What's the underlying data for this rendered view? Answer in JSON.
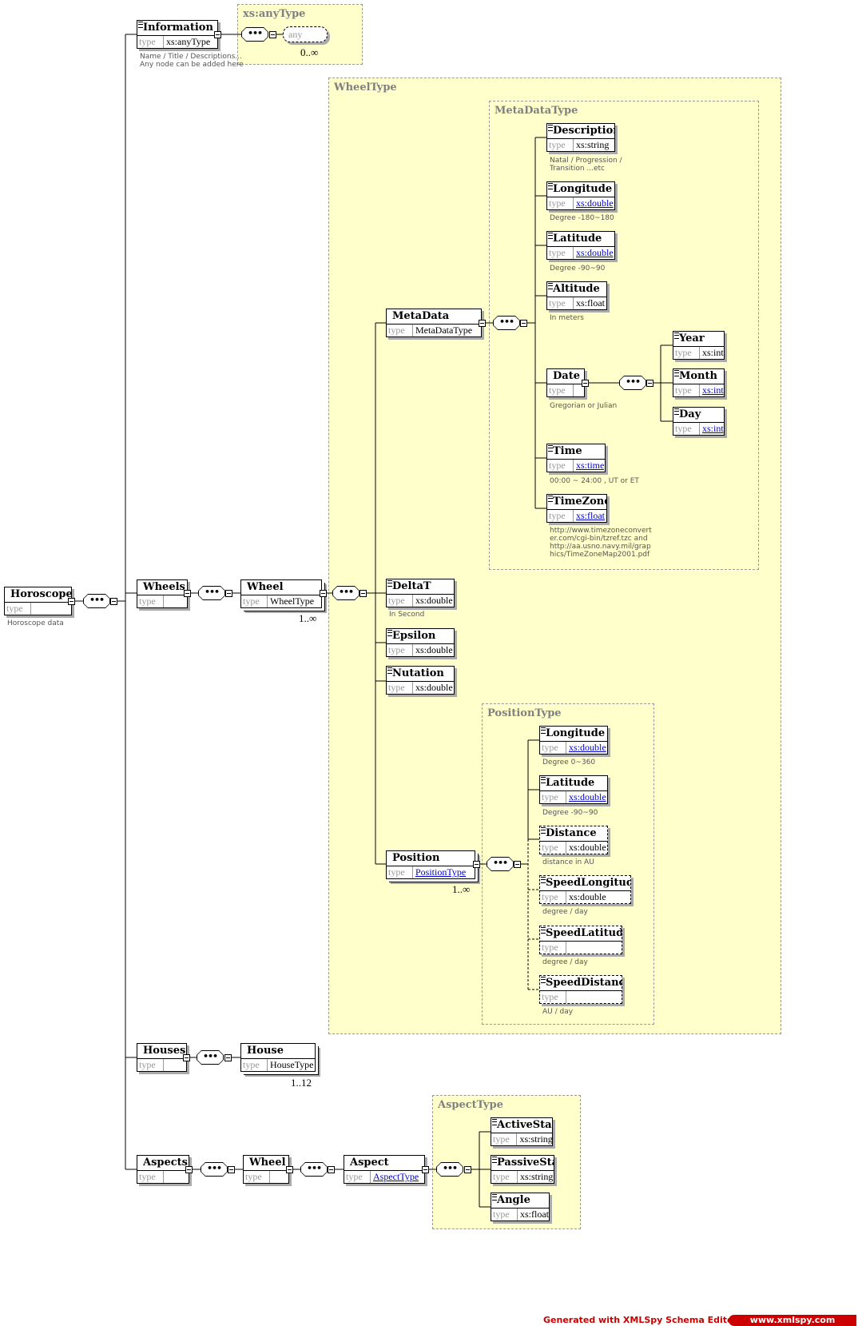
{
  "regions": [
    {
      "id": "anytype-region",
      "title": "xs:anyType"
    },
    {
      "id": "wheeltype-region",
      "title": "WheelType"
    },
    {
      "id": "metadatatype-region",
      "title": "MetaDataType"
    },
    {
      "id": "positiontype-region",
      "title": "PositionType"
    },
    {
      "id": "aspecttype-region",
      "title": "AspectType"
    }
  ],
  "type_label": "type",
  "nodes": {
    "horoscope": {
      "name": "Horoscope",
      "type": "",
      "doc": "Horoscope data"
    },
    "information": {
      "name": "Information",
      "type": "xs:anyType",
      "doc1": "Name / Title / Descriptions...",
      "doc2": "Any node can be added here"
    },
    "any": {
      "name": "any",
      "card": "0..∞"
    },
    "wheels": {
      "name": "Wheels",
      "type": ""
    },
    "wheel": {
      "name": "Wheel",
      "type": "WheelType",
      "card": "1..∞"
    },
    "metadata": {
      "name": "MetaData",
      "type": "MetaDataType"
    },
    "description": {
      "name": "Description",
      "type": "xs:string",
      "doc1": "Natal / Progression /",
      "doc2": "Transition ...etc"
    },
    "md_longitude": {
      "name": "Longitude",
      "type": "xs:double",
      "doc": "Degree -180~180"
    },
    "md_latitude": {
      "name": "Latitude",
      "type": "xs:double",
      "doc": "Degree -90~90"
    },
    "altitude": {
      "name": "Altitude",
      "type": "xs:float",
      "doc": "In meters"
    },
    "date": {
      "name": "Date",
      "type": "",
      "doc": "Gregorian or Julian"
    },
    "year": {
      "name": "Year",
      "type": "xs:int"
    },
    "month": {
      "name": "Month",
      "type": "xs:int"
    },
    "day": {
      "name": "Day",
      "type": "xs:int"
    },
    "time": {
      "name": "Time",
      "type": "xs:time",
      "doc": "00:00 ~ 24:00 , UT or ET"
    },
    "timezone": {
      "name": "TimeZone",
      "type": "xs:float",
      "doc1": "http://www.timezoneconvert",
      "doc2": "er.com/cgi-bin/tzref.tzc and",
      "doc3": "http://aa.usno.navy.mil/grap",
      "doc4": "hics/TimeZoneMap2001.pdf"
    },
    "deltat": {
      "name": "DeltaT",
      "type": "xs:double",
      "doc": "In Second"
    },
    "epsilon": {
      "name": "Epsilon",
      "type": "xs:double"
    },
    "nutation": {
      "name": "Nutation",
      "type": "xs:double"
    },
    "position": {
      "name": "Position",
      "type": "PositionType",
      "card": "1..∞"
    },
    "pos_longitude": {
      "name": "Longitude",
      "type": "xs:double",
      "doc": "Degree 0~360"
    },
    "pos_latitude": {
      "name": "Latitude",
      "type": "xs:double",
      "doc": "Degree -90~90"
    },
    "distance": {
      "name": "Distance",
      "type": "xs:double",
      "doc": "distance in AU"
    },
    "speedlongitude": {
      "name": "SpeedLongitude",
      "type": "xs:double",
      "doc": "degree / day"
    },
    "speedlatitude": {
      "name": "SpeedLatitude",
      "type": "",
      "doc": "degree / day"
    },
    "speeddistance": {
      "name": "SpeedDistance",
      "type": "",
      "doc": "AU / day"
    },
    "houses": {
      "name": "Houses",
      "type": ""
    },
    "house": {
      "name": "House",
      "type": "HouseType",
      "card": "1..12"
    },
    "aspects": {
      "name": "Aspects",
      "type": ""
    },
    "aspect_wheel": {
      "name": "Wheel",
      "type": ""
    },
    "aspect": {
      "name": "Aspect",
      "type": "AspectType"
    },
    "activestar": {
      "name": "ActiveStar",
      "type": "xs:string"
    },
    "passivestar": {
      "name": "PassiveStar",
      "type": "xs:string"
    },
    "angle": {
      "name": "Angle",
      "type": "xs:float"
    }
  },
  "compositor_symbol": "•••",
  "footer": {
    "generated": "Generated with XMLSpy Schema Editor",
    "site": "www.xmlspy.com"
  },
  "colors": {
    "region_fill": "#ffffcc",
    "link": "#0000cc",
    "footer_red": "#cc0000"
  }
}
